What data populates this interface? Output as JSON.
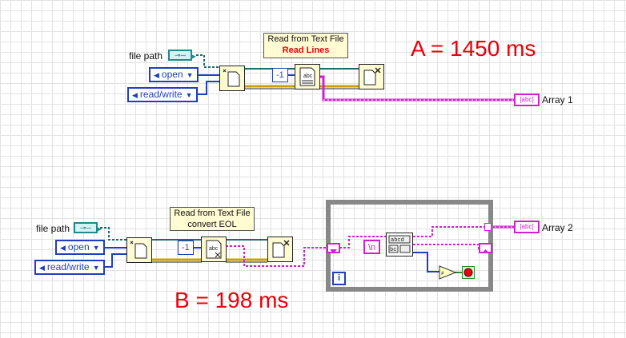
{
  "section_a": {
    "file_path_label": "file path",
    "open_value": "open",
    "read_write_value": "read/write",
    "count_value": "-1",
    "note_line1": "Read from Text File",
    "note_line2": "Read Lines",
    "output_label": "Array 1",
    "timing": "A = 1450 ms"
  },
  "section_b": {
    "file_path_label": "file path",
    "open_value": "open",
    "read_write_value": "read/write",
    "count_value": "-1",
    "note_line1": "Read from Text File",
    "note_line2": "convert EOL",
    "output_label": "Array 2",
    "newline_value": "\\n",
    "iteration_label": "i",
    "timing": "B = 198 ms"
  },
  "colors": {
    "string_wire": "#d020d0",
    "refnum_wire": "#1e6a6a",
    "numeric_wire": "#1f3fbf",
    "error_wire": "#c8a000",
    "annotation": "#e8000a"
  },
  "icons": {
    "path_control": "path-icon",
    "open_node": "open-file-icon",
    "read_node": "read-text-file-icon",
    "close_node": "close-file-icon",
    "match_node": "match-pattern-icon",
    "compare_node": "not-equal-icon",
    "stop_node": "stop-icon"
  }
}
